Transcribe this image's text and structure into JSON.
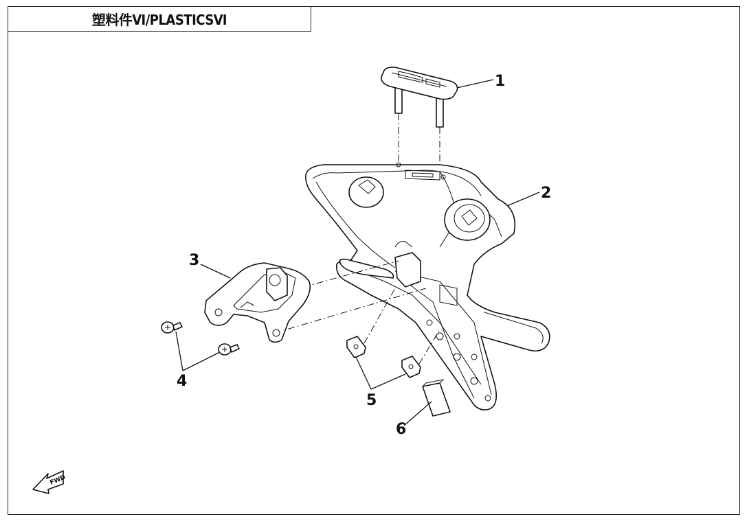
{
  "title": "塑料件Ⅵ/PLASTICSⅥ",
  "callouts": [
    "1",
    "2",
    "3",
    "4",
    "5",
    "6"
  ],
  "fwd_label": "FWD",
  "icons": [
    "fwd-arrow-icon"
  ],
  "colors": {
    "line": "#111111",
    "background": "#ffffff"
  }
}
